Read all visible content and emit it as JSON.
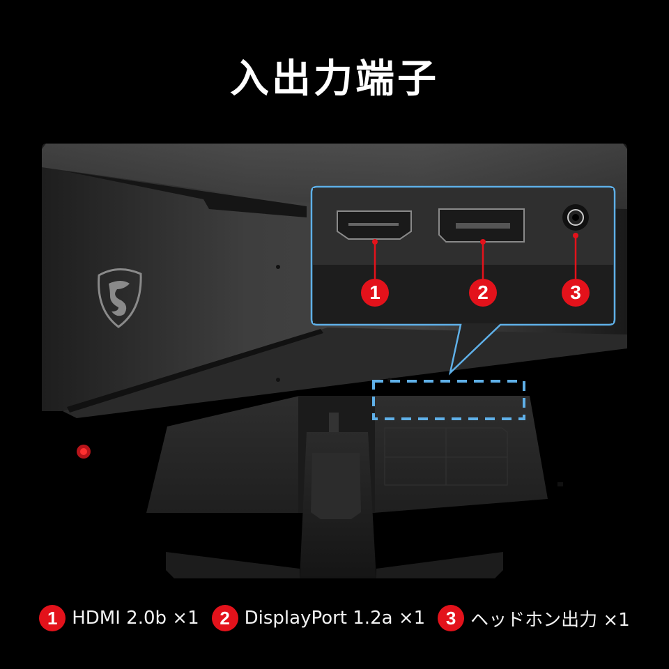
{
  "title": "入出力端子",
  "callout": {
    "border_color": "#5fb0e8",
    "marker_color": "#e3121b",
    "markers": [
      {
        "number": "1",
        "port": "hdmi-port"
      },
      {
        "number": "2",
        "port": "displayport-port"
      },
      {
        "number": "3",
        "port": "headphone-jack"
      }
    ]
  },
  "legend": [
    {
      "number": "1",
      "label": "HDMI 2.0b ×1"
    },
    {
      "number": "2",
      "label": "DisplayPort 1.2a ×1"
    },
    {
      "number": "3",
      "label": "ヘッドホン出力 ×1"
    }
  ],
  "colors": {
    "background": "#000000",
    "monitor_body": "#3a3a3a",
    "accent_red": "#e3121b",
    "highlight_blue": "#5fb0e8"
  }
}
